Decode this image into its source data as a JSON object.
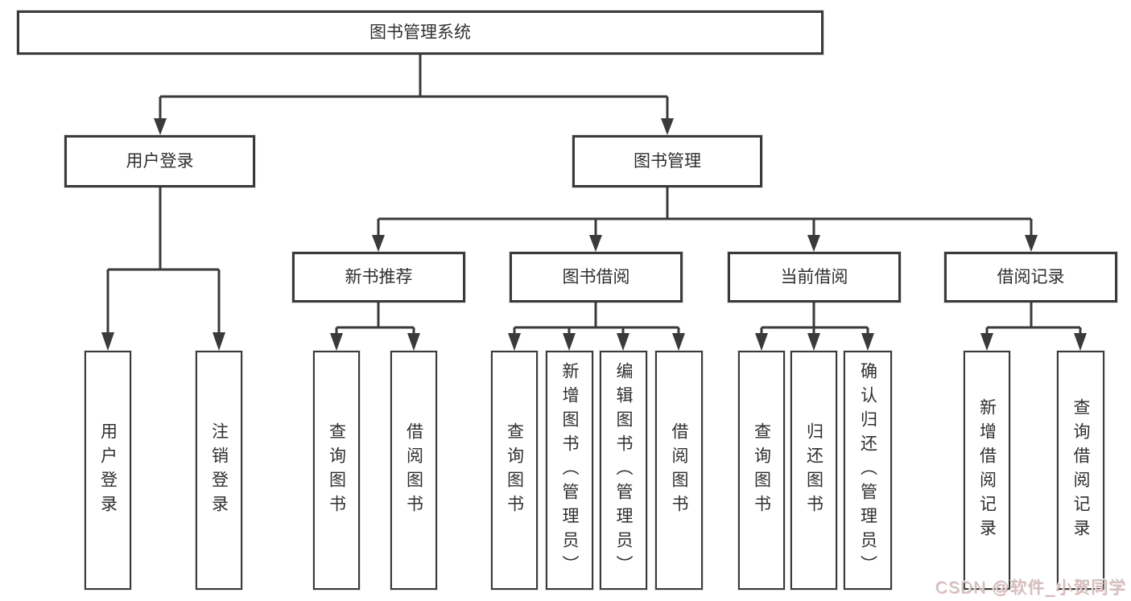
{
  "diagram": {
    "root": {
      "label": "图书管理系统"
    },
    "branches": [
      {
        "label": "用户登录",
        "children": [
          {
            "label": "用户登录"
          },
          {
            "label": "注销登录"
          }
        ]
      },
      {
        "label": "图书管理",
        "sections": [
          {
            "label": "新书推荐",
            "children": [
              {
                "label": "查询图书"
              },
              {
                "label": "借阅图书"
              }
            ]
          },
          {
            "label": "图书借阅",
            "children": [
              {
                "label": "查询图书"
              },
              {
                "label": "新增图书（管理员）"
              },
              {
                "label": "编辑图书（管理员）"
              },
              {
                "label": "借阅图书"
              }
            ]
          },
          {
            "label": "当前借阅",
            "children": [
              {
                "label": "查询图书"
              },
              {
                "label": "归还图书"
              },
              {
                "label": "确认归还（管理员）"
              }
            ]
          },
          {
            "label": "借阅记录",
            "children": [
              {
                "label": "新增借阅记录"
              },
              {
                "label": "查询借阅记录"
              }
            ]
          }
        ]
      }
    ]
  },
  "watermark": {
    "text": "CSDN @软件_小贺同学"
  },
  "colors": {
    "line": "#3a3a3a",
    "text": "#2f2f2f",
    "background": "#ffffff",
    "watermark_gray": "#c6c6c6",
    "watermark_red": "#e77979"
  }
}
